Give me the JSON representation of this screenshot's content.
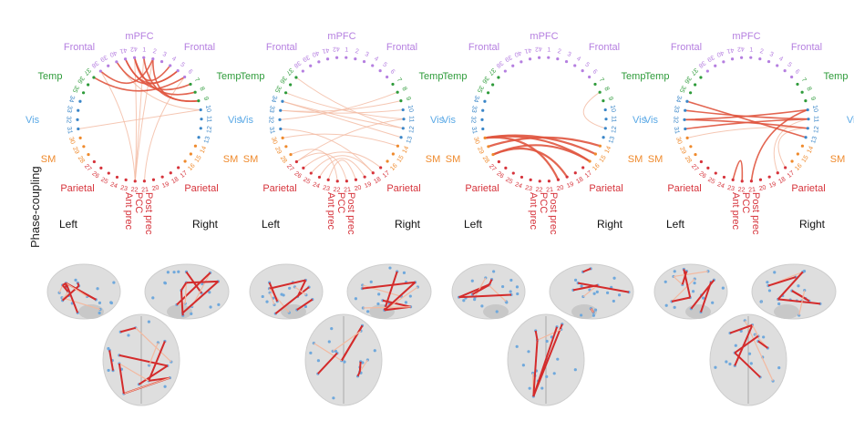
{
  "row_label": "Phase-coupling",
  "colors": {
    "frontal": "#b57fe0",
    "temp": "#2e9b3a",
    "vis": "#3a86c8",
    "vis_label": "#5aa9e6",
    "sm": "#ef8a2c",
    "parietal": "#d6333b",
    "edge_strong": "#e0553f",
    "edge_weak": "#f3b9a0",
    "brain": "#d4d4d4",
    "brain_node": "#6fa8dc"
  },
  "region_labels": {
    "mpfc": "mPFC",
    "frontal": "Frontal",
    "temp": "Temp",
    "vis": "Vis",
    "sm": "SM",
    "parietal": "Parietal",
    "ant_prec": "Ant prec",
    "pcc": "PCC",
    "post_prec": "Post prec"
  },
  "hemisphere_labels": {
    "left": "Left",
    "right": "Right"
  },
  "node_count": 42,
  "panels": [
    {
      "strong": [
        [
          41,
          5
        ],
        [
          42,
          8
        ],
        [
          1,
          9
        ],
        [
          37,
          6
        ],
        [
          38,
          2
        ],
        [
          41,
          7
        ],
        [
          2,
          9
        ],
        [
          40,
          5
        ],
        [
          42,
          4
        ]
      ],
      "weak": [
        [
          1,
          22
        ],
        [
          42,
          22
        ],
        [
          2,
          22
        ],
        [
          31,
          10
        ],
        [
          40,
          10
        ],
        [
          38,
          22
        ],
        [
          6,
          21
        ]
      ]
    },
    {
      "strong": [],
      "weak": [
        [
          37,
          12
        ],
        [
          35,
          11
        ],
        [
          34,
          13
        ],
        [
          33,
          9
        ],
        [
          32,
          8
        ],
        [
          31,
          18
        ],
        [
          30,
          14
        ],
        [
          27,
          11
        ],
        [
          26,
          17
        ],
        [
          25,
          18
        ],
        [
          24,
          19
        ],
        [
          23,
          20
        ],
        [
          22,
          28
        ],
        [
          21,
          27
        ],
        [
          34,
          12
        ],
        [
          33,
          10
        ]
      ]
    },
    {
      "strong": [
        [
          30,
          20
        ],
        [
          29,
          14
        ],
        [
          30,
          16
        ],
        [
          28,
          19
        ],
        [
          15,
          30
        ],
        [
          16,
          28
        ]
      ],
      "weak": [
        [
          8,
          12
        ]
      ]
    },
    {
      "strong": [
        [
          32,
          10
        ],
        [
          31,
          11
        ],
        [
          32,
          12
        ],
        [
          34,
          13
        ],
        [
          33,
          11
        ],
        [
          23,
          22
        ],
        [
          21,
          10
        ]
      ],
      "weak": [
        [
          30,
          12
        ],
        [
          18,
          11
        ],
        [
          17,
          12
        ]
      ]
    }
  ]
}
